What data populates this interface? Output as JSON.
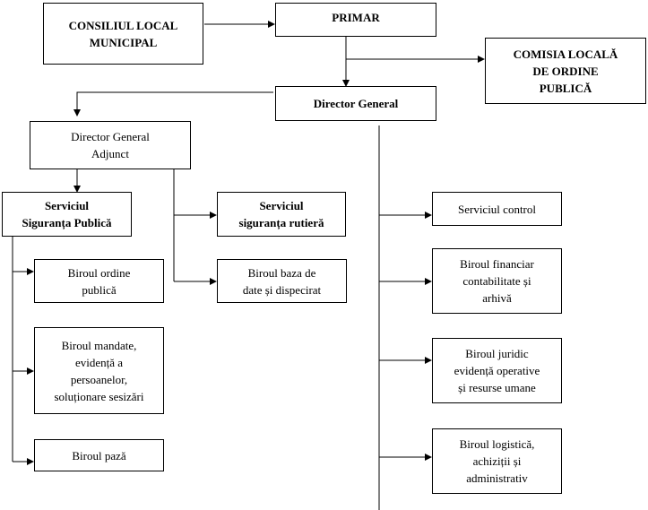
{
  "boxes": {
    "consiliul": "CONSILIUL LOCAL\nMUNICIPAL",
    "primar": "PRIMAR",
    "comisia": "COMISIA LOCALĂ\nDE ORDINE\nPUBLICĂ",
    "director_general": "Director General",
    "director_adjunct": "Director General\nAdjunct",
    "serviciul_siguranta_publica": "Serviciul\nSiguranța Publică",
    "serviciul_siguranta_rutiera": "Serviciul\nsiguranța rutieră",
    "biroul_ordine_publica": "Biroul ordine\npublică",
    "biroul_baza_date": "Biroul baza de\ndate și dispecirat",
    "biroul_mandate": "Biroul mandate,\nevidență a\npersoanelor,\nsoluționare sesizări",
    "biroul_paza": "Biroul pază",
    "serviciul_control": "Serviciul control",
    "biroul_financiar": "Biroul financiar\ncontabilitate și\narhivă",
    "biroul_juridic": "Biroul juridic\nevidență operative\nși resurse umane",
    "biroul_logistica": "Biroul logistică,\nachiziții și\nadministrativ"
  }
}
